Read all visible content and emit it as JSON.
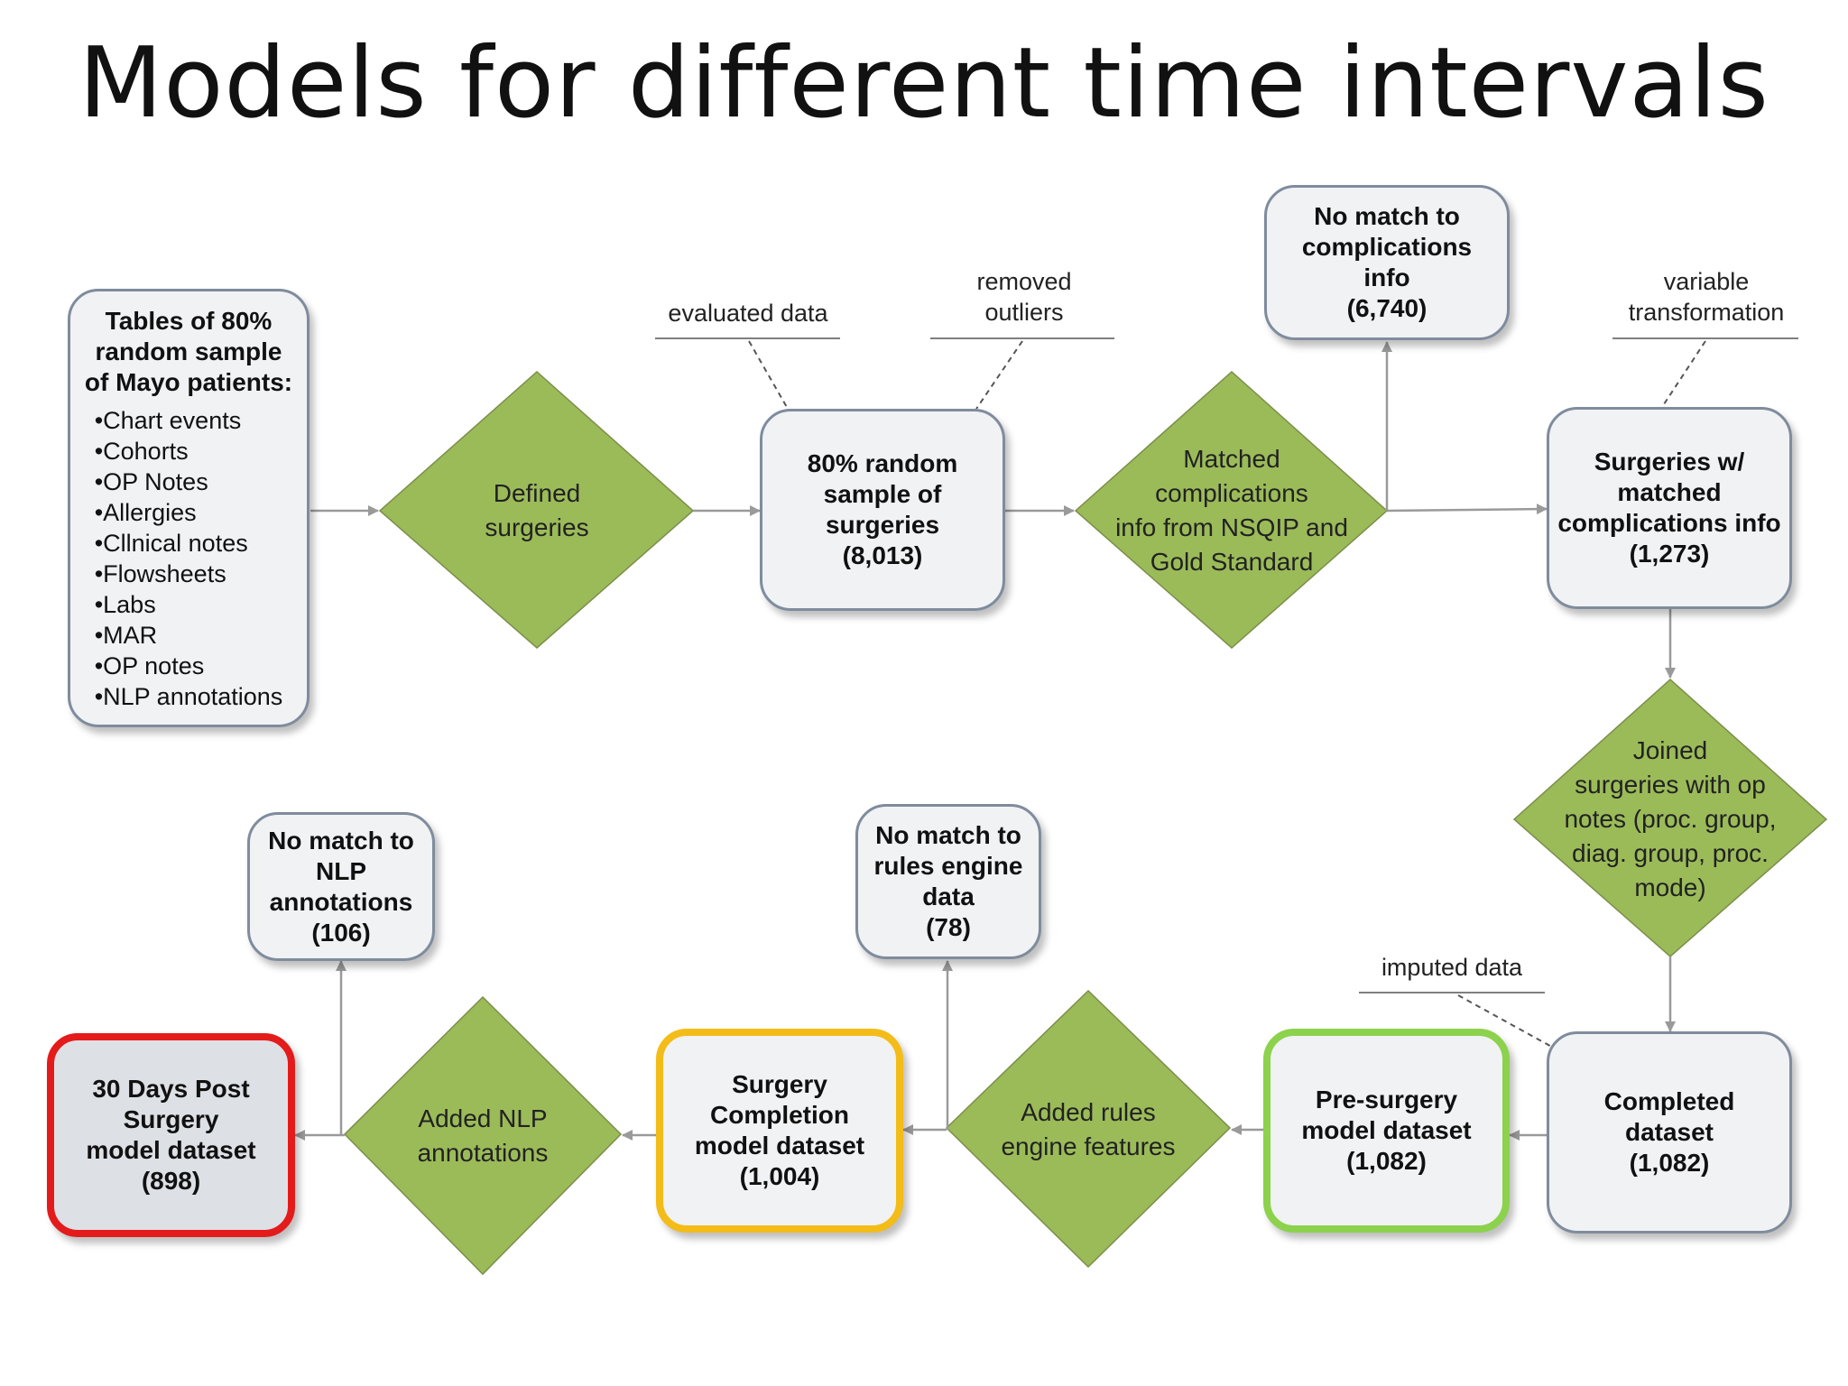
{
  "title": "Models for different time intervals",
  "nodes": {
    "sources": {
      "heading": [
        "Tables of 80%",
        "random sample",
        "of Mayo patients:"
      ],
      "items": [
        "Chart events",
        "Cohorts",
        "OP Notes",
        "Allergies",
        "Cllnical notes",
        "Flowsheets",
        "Labs",
        "MAR",
        "OP notes",
        "NLP annotations"
      ]
    },
    "defined_surgeries": [
      "Defined",
      "surgeries"
    ],
    "sample_surgeries": [
      "80% random",
      "sample of",
      "surgeries",
      "(8,013)"
    ],
    "matched_complications": [
      "Matched",
      "complications",
      "info from NSQIP and",
      "Gold Standard"
    ],
    "no_match_complications": [
      "No match to",
      "complications",
      "info",
      "(6,740)"
    ],
    "surgeries_matched": [
      "Surgeries w/",
      "matched",
      "complications info",
      "(1,273)"
    ],
    "joined_surgeries": [
      "Joined",
      "surgeries with op",
      "notes (proc. group,",
      "diag. group, proc.",
      "mode)"
    ],
    "completed_dataset": [
      "Completed",
      "dataset",
      "(1,082)"
    ],
    "pre_surgery_dataset": [
      "Pre-surgery",
      "model dataset",
      "(1,082)"
    ],
    "added_rules": [
      "Added rules",
      "engine features"
    ],
    "no_match_rules": [
      "No match to",
      "rules engine",
      "data",
      "(78)"
    ],
    "completion_dataset": [
      "Surgery",
      "Completion",
      "model dataset",
      "(1,004)"
    ],
    "added_nlp": [
      "Added NLP",
      "annotations"
    ],
    "no_match_nlp": [
      "No match to",
      "NLP",
      "annotations",
      "(106)"
    ],
    "post_surgery_dataset": [
      "30 Days Post",
      "Surgery",
      "model dataset",
      "(898)"
    ]
  },
  "annotations": {
    "evaluated": "evaluated data",
    "outliers": [
      "removed",
      "outliers"
    ],
    "variable": [
      "variable",
      "transformation"
    ],
    "imputed": "imputed data"
  },
  "colors": {
    "diamond_fill": "#9bbb59",
    "box_fill": "#f1f2f4",
    "box_border": "#7f8c9d",
    "arrow": "#9a9a9a",
    "highlight_red": "#e41b1b",
    "highlight_yellow": "#f3bc18",
    "highlight_green": "#8cd24c"
  }
}
